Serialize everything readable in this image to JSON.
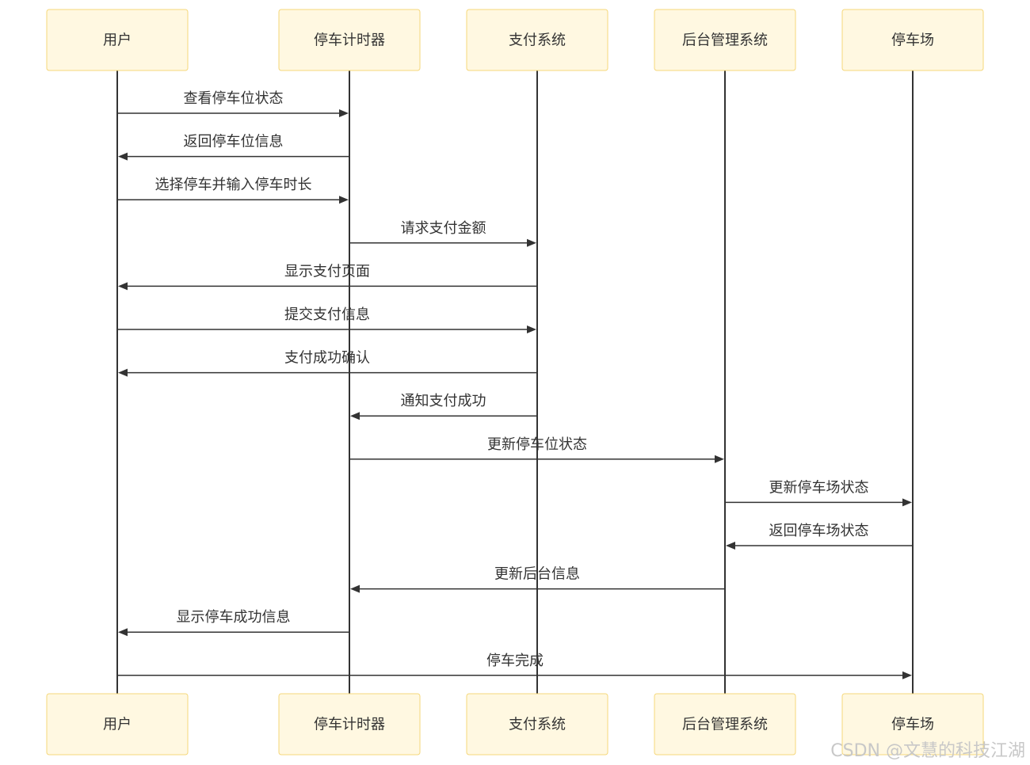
{
  "diagram": {
    "type": "sequence",
    "colors": {
      "actor_fill": "#fff8e1",
      "actor_border": "#f5d77a",
      "line": "#333333",
      "text": "#333333",
      "watermark": "#c8c8c8"
    },
    "participants": [
      {
        "id": "user",
        "label": "用户"
      },
      {
        "id": "timer",
        "label": "停车计时器"
      },
      {
        "id": "payment",
        "label": "支付系统"
      },
      {
        "id": "backend",
        "label": "后台管理系统"
      },
      {
        "id": "lot",
        "label": "停车场"
      }
    ],
    "messages": [
      {
        "from": "user",
        "to": "timer",
        "label": "查看停车位状态"
      },
      {
        "from": "timer",
        "to": "user",
        "label": "返回停车位信息"
      },
      {
        "from": "user",
        "to": "timer",
        "label": "选择停车并输入停车时长"
      },
      {
        "from": "timer",
        "to": "payment",
        "label": "请求支付金额"
      },
      {
        "from": "payment",
        "to": "user",
        "label": "显示支付页面"
      },
      {
        "from": "user",
        "to": "payment",
        "label": "提交支付信息"
      },
      {
        "from": "payment",
        "to": "user",
        "label": "支付成功确认"
      },
      {
        "from": "payment",
        "to": "timer",
        "label": "通知支付成功"
      },
      {
        "from": "timer",
        "to": "backend",
        "label": "更新停车位状态"
      },
      {
        "from": "backend",
        "to": "lot",
        "label": "更新停车场状态"
      },
      {
        "from": "lot",
        "to": "backend",
        "label": "返回停车场状态"
      },
      {
        "from": "backend",
        "to": "timer",
        "label": "更新后台信息"
      },
      {
        "from": "timer",
        "to": "user",
        "label": "显示停车成功信息"
      },
      {
        "from": "user",
        "to": "lot",
        "label": "停车完成"
      }
    ]
  },
  "watermark": "CSDN @文慧的科技江湖"
}
